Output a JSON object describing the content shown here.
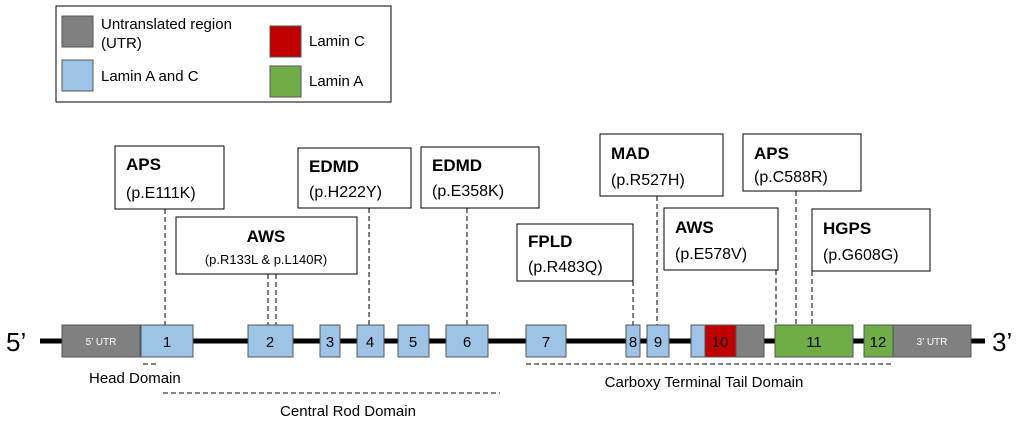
{
  "colors": {
    "utr": "#808080",
    "lamin_a_and_c": "#9dc3e6",
    "lamin_c": "#c00000",
    "lamin_a": "#70ad47",
    "line": "#000000"
  },
  "legend": {
    "items": [
      {
        "label_line1": "Untranslated region",
        "label_line2": "(UTR)",
        "color_key": "utr"
      },
      {
        "label_line1": "Lamin A and C",
        "label_line2": "",
        "color_key": "lamin_a_and_c"
      },
      {
        "label_line1": "Lamin C",
        "label_line2": "",
        "color_key": "lamin_c"
      },
      {
        "label_line1": "Lamin A",
        "label_line2": "",
        "color_key": "lamin_a"
      }
    ]
  },
  "gene": {
    "five_prime": "5’",
    "three_prime": "3’",
    "five_utr": "5’ UTR",
    "three_utr": "3’ UTR",
    "exons": [
      "1",
      "2",
      "3",
      "4",
      "5",
      "6",
      "7",
      "8",
      "9",
      "10",
      "11",
      "12"
    ]
  },
  "mutations": [
    {
      "disease": "APS",
      "variant": "(p.E111K)"
    },
    {
      "disease": "AWS",
      "variant": "(p.R133L & p.L140R)"
    },
    {
      "disease": "EDMD",
      "variant": "(p.H222Y)"
    },
    {
      "disease": "EDMD",
      "variant": "(p.E358K)"
    },
    {
      "disease": "FPLD",
      "variant": "(p.R483Q)"
    },
    {
      "disease": "MAD",
      "variant": "(p.R527H)"
    },
    {
      "disease": "AWS",
      "variant": "(p.E578V)"
    },
    {
      "disease": "APS",
      "variant": "(p.C588R)"
    },
    {
      "disease": "HGPS",
      "variant": "(p.G608G)"
    }
  ],
  "domains": {
    "head": "Head Domain",
    "central_rod": "Central Rod Domain",
    "carboxy_tail": "Carboxy Terminal Tail Domain"
  }
}
